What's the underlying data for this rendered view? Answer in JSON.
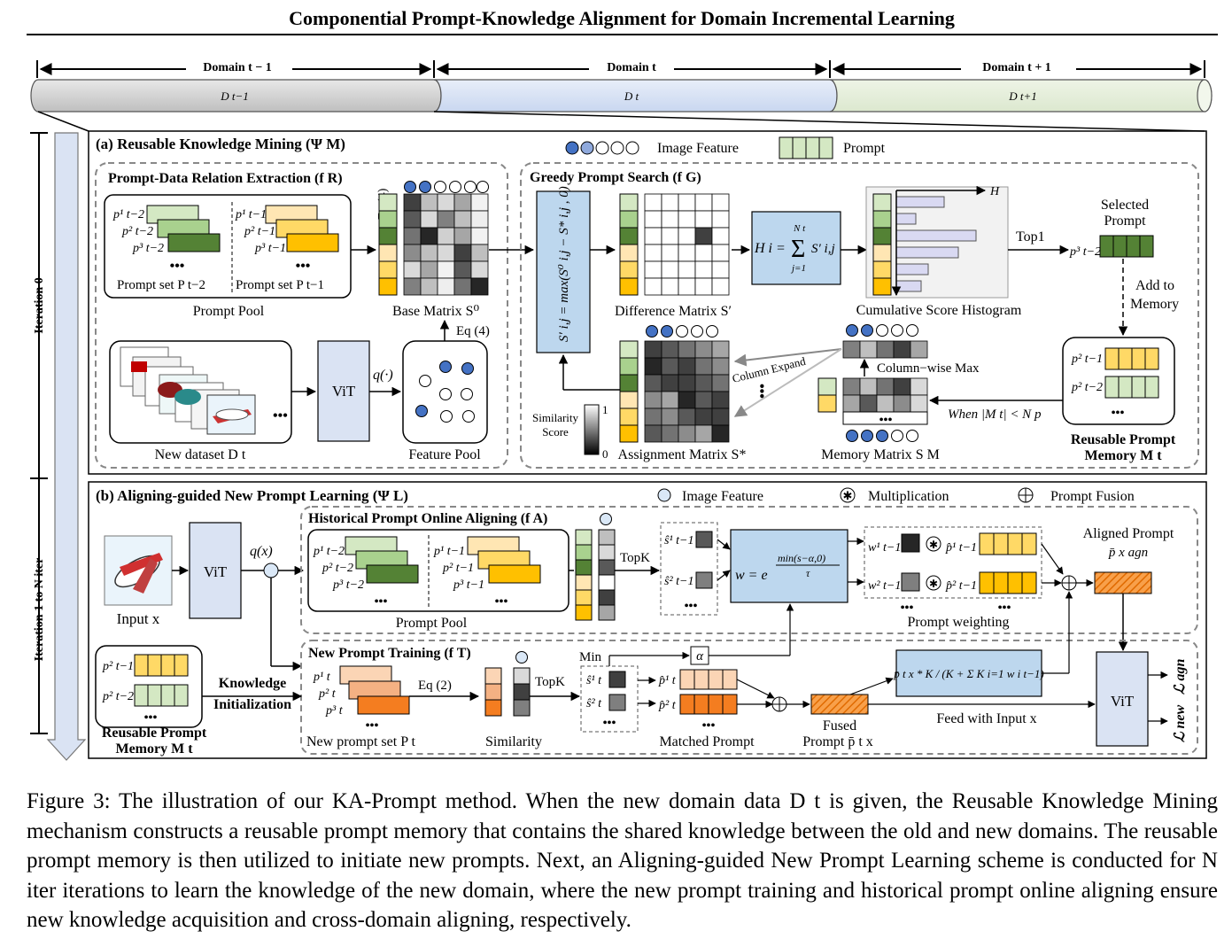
{
  "title": "Componential Prompt-Knowledge Alignment for Domain Incremental Learning",
  "timeline": {
    "domains": [
      "Domain t − 1",
      "Domain t",
      "Domain t + 1"
    ],
    "data": [
      "D t−1",
      "D t",
      "D t+1"
    ],
    "iter0": "Iteration 0",
    "iter1": "Iteration 1 to N iter"
  },
  "panel_a": {
    "title": "(a) Reusable Knowledge Mining (Ψ M)",
    "legend": {
      "image_feature": "Image Feature",
      "prompt": "Prompt"
    },
    "pde": {
      "title": "Prompt-Data Relation Extraction (f R)",
      "set1_rows": [
        "p¹ t−2",
        "p² t−2",
        "p³ t−2"
      ],
      "set2_rows": [
        "p¹ t−1",
        "p² t−1",
        "p³ t−1"
      ],
      "dots": "•••",
      "set1_label": "Prompt set P t−2",
      "set2_label": "Prompt set P t−1",
      "pool_label": "Prompt Pool",
      "eq4": "Eq (4)",
      "base_label": "Base Matrix S⁰",
      "vit": "ViT",
      "q": "q(·)",
      "dataset_label": "New dataset D t",
      "feature_pool": "Feature Pool"
    },
    "gps": {
      "title": "Greedy Prompt Search (f G)",
      "formula": "S′ i,j = max(S⁰ i,j − S* i,j , 0)",
      "diff_label": "Difference Matrix S′",
      "hist_formula_lhs": "H i =",
      "hist_formula_sum": "Σ",
      "hist_formula_top": "N t",
      "hist_formula_bottom": "j=1",
      "hist_formula_term": "S′ i,j",
      "h_axis": "H",
      "hist_label": "Cumulative Score Histogram",
      "top1": "Top1",
      "selected_p": "p³ t−2",
      "selected_label": [
        "Selected",
        "Prompt"
      ],
      "add_memory": [
        "Add to",
        "Memory"
      ],
      "column_expand": "Column Expand",
      "column_max": "Column−wise Max",
      "when": "When |M t| < N p",
      "sim_label": [
        "Similarity",
        "Score"
      ],
      "sim_max": "1",
      "sim_min": "0",
      "assign_label": "Assignment Matrix S*",
      "memory_label": "Memory Matrix S M",
      "memory_rows": [
        "p² t−1",
        "p² t−2"
      ],
      "memory_title": [
        "Reusable Prompt",
        "Memory M t"
      ]
    }
  },
  "panel_b": {
    "title": "(b) Aligning-guided New Prompt Learning (Ψ L)",
    "legend": {
      "image_feature": "Image Feature",
      "mult": "Multiplication",
      "fusion": "Prompt Fusion"
    },
    "input_label": "Input x",
    "vit": "ViT",
    "qx": "q(x)",
    "memory_rows": [
      "p² t−1",
      "p² t−2"
    ],
    "memory_title": [
      "Reusable Prompt",
      "Memory M t"
    ],
    "knowledge_init": [
      "Knowledge",
      "Initialization"
    ],
    "hpoa": {
      "title": "Historical Prompt Online Aligning (f A)",
      "set1_rows": [
        "p¹ t−2",
        "p² t−2",
        "p³ t−2"
      ],
      "set2_rows": [
        "p¹ t−1",
        "p² t−1",
        "p³ t−1"
      ],
      "pool_label": "Prompt Pool",
      "topk": "TopK",
      "s_rows": [
        "ŝ¹ t−1",
        "ŝ² t−1"
      ],
      "weight_formula": "w = e",
      "weight_exp": "min(s−α,0)",
      "weight_tau": "τ",
      "w_rows": [
        "w¹ t−1",
        "w² t−1"
      ],
      "p_rows": [
        "p̂¹ t−1",
        "p̂² t−1"
      ],
      "weighting_label": "Prompt weighting",
      "aligned_label": [
        "Aligned Prompt",
        "p̄ x agn"
      ]
    },
    "npt": {
      "title": "New Prompt Training (f T)",
      "rows": [
        "p¹ t",
        "p² t",
        "p³ t"
      ],
      "set_label": "New prompt set P t",
      "eq2": "Eq (2)",
      "similarity_label": "Similarity",
      "topk": "TopK",
      "min": "Min",
      "alpha": "α",
      "s_rows": [
        "ŝ¹ t",
        "ŝ² t"
      ],
      "p_rows": [
        "p̂¹ t",
        "p̂² t"
      ],
      "matched_label": "Matched Prompt",
      "fused_label": [
        "Fused",
        "Prompt p̄ t x"
      ],
      "fusion_formula": "p̄ t x * K / (K + Σ K i=1 w i t−1)",
      "feed_label": "Feed with Input x",
      "vit": "ViT",
      "loss1": "ℒ agn",
      "loss2": "ℒ new"
    }
  },
  "caption": "Figure 3: The illustration of our KA-Prompt method. When the new domain data D t is given, the Reusable Knowledge Mining mechanism constructs a reusable prompt memory that contains the shared knowledge between the old and new domains. The reusable prompt memory is then utilized to initiate new prompts. Next, an Aligning-guided New Prompt Learning scheme is conducted for N iter iterations to learn the knowledge of the new domain, where the new prompt training and historical prompt online aligning ensure new knowledge acquisition and cross-domain aligning, respectively.",
  "colors": {
    "green_light": "#d4e8c3",
    "green_mid": "#a9d18e",
    "green_dark": "#548235",
    "orange_light": "#ffe6b3",
    "orange_mid": "#ffd966",
    "orange_dark": "#ffc000",
    "red_light": "#fbd5b5",
    "red_mid": "#f4b183",
    "red_dark": "#f47d20",
    "blue_box": "#bdd7ee",
    "vit_box": "#dae3f3",
    "feature_circle": "#4472c4"
  }
}
